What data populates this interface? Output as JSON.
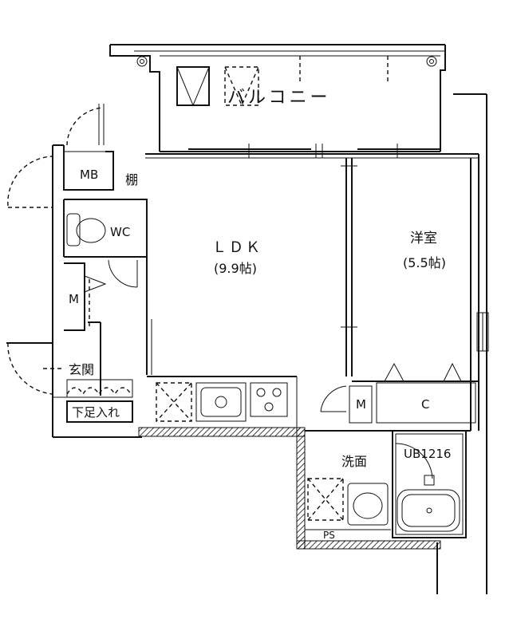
{
  "rooms": {
    "balcony": "バルコニー",
    "ldk": "ＬＤＫ",
    "ldk_size": "(9.9帖)",
    "western": "洋室",
    "western_size": "(5.5帖)",
    "closet": "C",
    "storage_m_hall": "M",
    "storage_m_kitchen": "M",
    "toilet": "WC",
    "meter_box": "MB",
    "shelf": "棚",
    "entrance": "玄関",
    "shoe_box": "下足入れ",
    "washroom": "洗面",
    "bath": "UB1216",
    "pipe_space": "PS"
  }
}
